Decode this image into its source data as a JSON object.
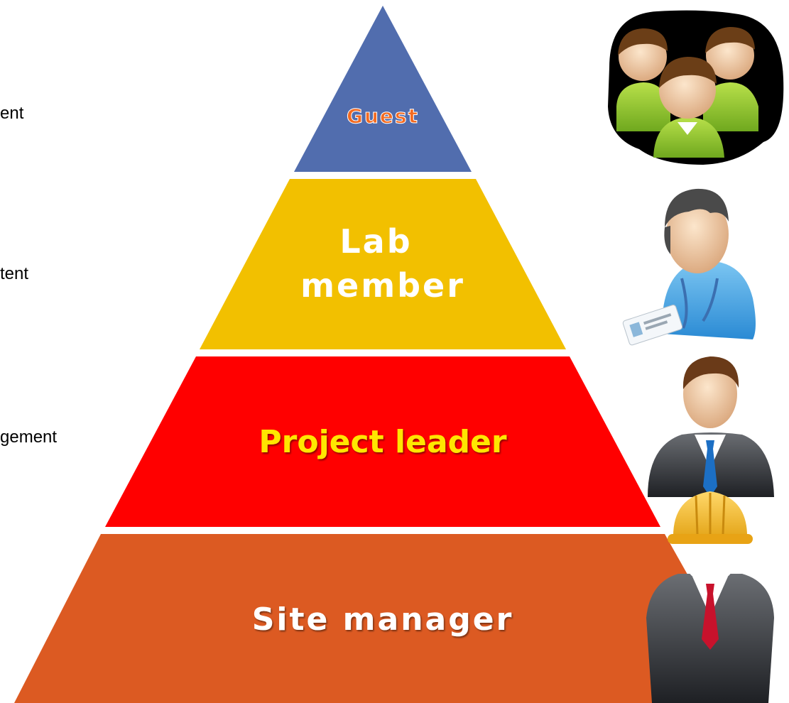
{
  "left_text": [
    "ent",
    "tent",
    "gement"
  ],
  "tiers": [
    {
      "id": "guest",
      "lines": [
        "Guest"
      ],
      "fill": "#516DAE",
      "text_color": "#F36B22",
      "icon": "user-group-icon"
    },
    {
      "id": "lab-member",
      "lines": [
        "Lab",
        "member"
      ],
      "fill": "#F2C000",
      "text_color": "#FFFFFF",
      "icon": "lab-member-with-badge-icon"
    },
    {
      "id": "project-leader",
      "lines": [
        "Project leader"
      ],
      "fill": "#FF0000",
      "text_color": "#FFE600",
      "icon": "businessman-icon"
    },
    {
      "id": "site-manager",
      "lines": [
        "Site manager"
      ],
      "fill": "#DC5A22",
      "text_color": "#FFFFFF",
      "icon": "hard-hat-worker-icon"
    }
  ]
}
